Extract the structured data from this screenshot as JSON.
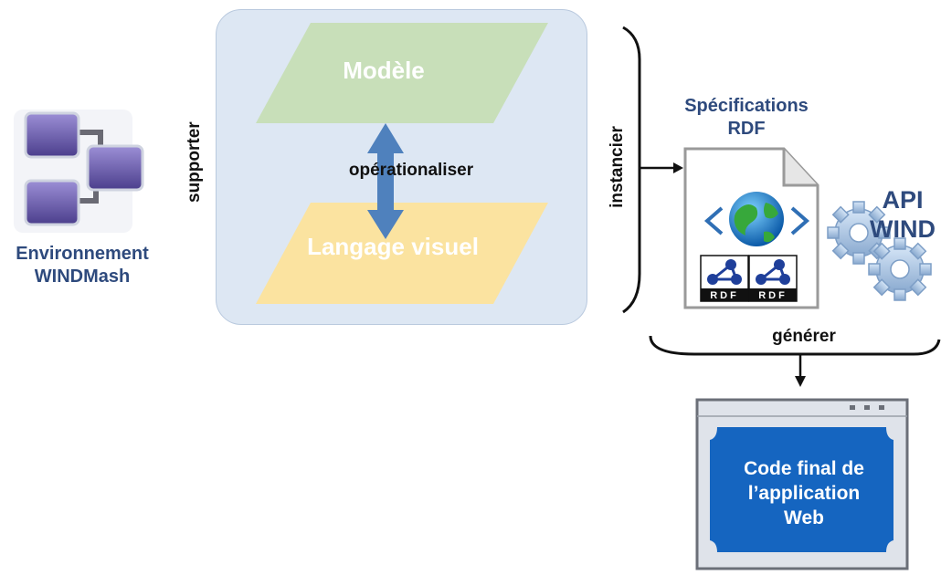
{
  "left": {
    "env_line1": "Environnement",
    "env_line2": "WINDMash",
    "supporter": "supporter"
  },
  "panel": {
    "model": "Modèle",
    "operationaliser": "opérationaliser",
    "language": "Langage visuel"
  },
  "right": {
    "instancier": "instancier",
    "spec_line1": "Spécifications",
    "spec_line2": "RDF",
    "rdf_tag": "RDF",
    "api_line1": "API",
    "api_line2": "WIND",
    "generer": "générer"
  },
  "webapp": {
    "line1": "Code final de",
    "line2": "l’application",
    "line3": "Web"
  },
  "colors": {
    "model_fill": "#c8dfb9",
    "language_fill": "#fbe3a0",
    "arrow_blue": "#4f81bd",
    "label_navy": "#2e4a7d",
    "screen_blue": "#1565c0"
  }
}
